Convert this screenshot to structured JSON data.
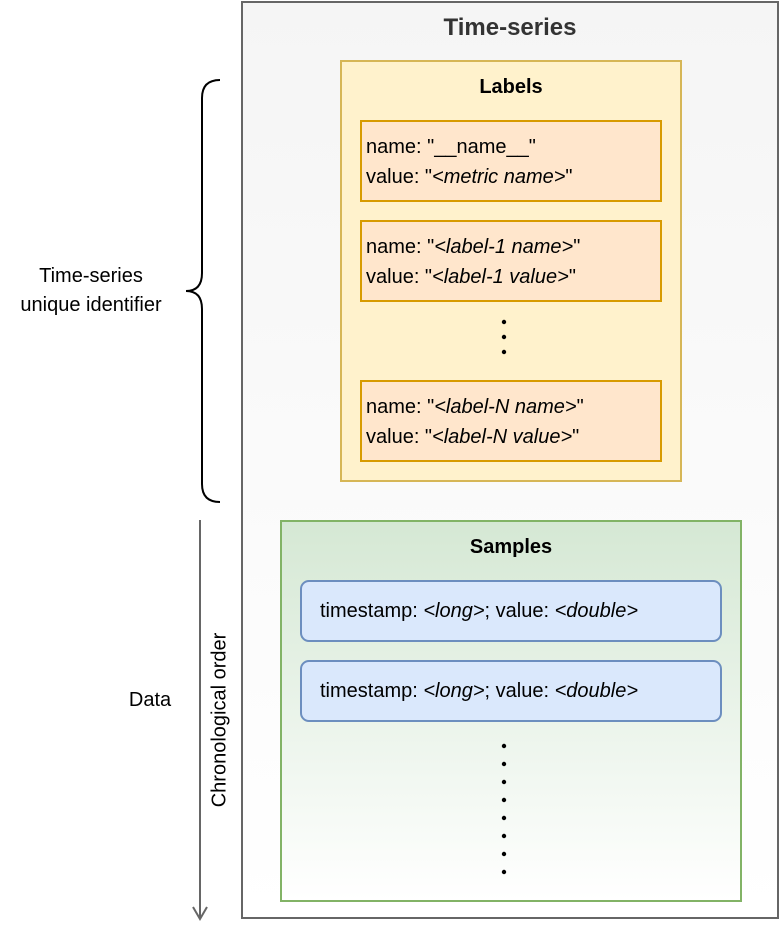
{
  "time_series": {
    "title": "Time-series"
  },
  "labels": {
    "title": "Labels",
    "cards": [
      {
        "name_prefix": "name: \"",
        "name": "__name__",
        "name_suffix": "\"",
        "value_prefix": "value: \"",
        "value": "<metric name>",
        "value_suffix": "\""
      },
      {
        "name_prefix": "name: \"",
        "name": "<label-1 name>",
        "name_suffix": "\"",
        "value_prefix": "value: \"",
        "value": "<label-1 value>",
        "value_suffix": "\""
      },
      {
        "name_prefix": "name: \"",
        "name": "<label-N name>",
        "name_suffix": "\"",
        "value_prefix": "value: \"",
        "value": "<label-N value>",
        "value_suffix": "\""
      }
    ]
  },
  "samples": {
    "title": "Samples",
    "rows": [
      {
        "ts_prefix": "timestamp: ",
        "ts_type": "<long>",
        "mid": "; value: ",
        "val_type": "<double>"
      },
      {
        "ts_prefix": "timestamp: ",
        "ts_type": "<long>",
        "mid": "; value: ",
        "val_type": "<double>"
      }
    ]
  },
  "side": {
    "identifier_line1": "Time-series",
    "identifier_line2": "unique identifier",
    "data": "Data",
    "chronological": "Chronological order"
  },
  "colors": {
    "labels_fill": "#fff2cc",
    "labels_stroke": "#d6b656",
    "label_card_fill": "#ffe6cc",
    "label_card_stroke": "#d79b00",
    "samples_fill": "#d5e8d4",
    "samples_stroke": "#82b366",
    "sample_card_fill": "#dae8fc",
    "sample_card_stroke": "#6c8ebf",
    "container_stroke": "#666666"
  }
}
